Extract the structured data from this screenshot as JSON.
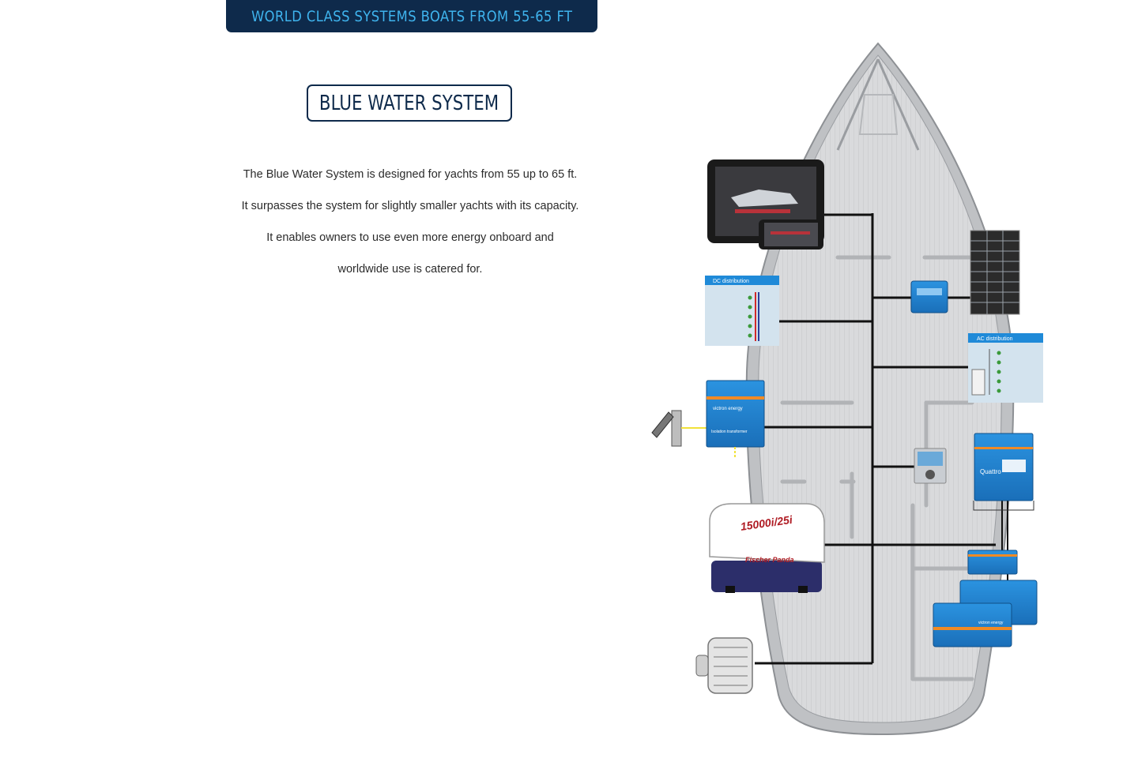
{
  "header": {
    "banner_text": "WORLD CLASS SYSTEMS BOATS FROM 55-65 FT"
  },
  "section": {
    "title": "BLUE WATER SYSTEM",
    "paragraphs": [
      "The Blue Water System is designed for yachts from 55 up to 65 ft.",
      "It surpasses the system for slightly smaller yachts with its capacity.",
      "It enables owners to use even more energy onboard and",
      "worldwide use is catered for."
    ]
  },
  "diagram": {
    "dc_distribution_label": "DC distribution",
    "ac_distribution_label": "AC distribution",
    "isolation_transformer_brand": "victron energy",
    "isolation_transformer_label": "Isolation transformer",
    "generator_model": "15000i/25i",
    "generator_brand": "Fischer Panda",
    "inverter_label": "Quattro",
    "battery_brand": "victron energy"
  },
  "colors": {
    "navy": "#0e2a4b",
    "accent_blue": "#3fb4ee",
    "victron_blue": "#1e7fd0",
    "hull_grey": "#d9dadc"
  }
}
